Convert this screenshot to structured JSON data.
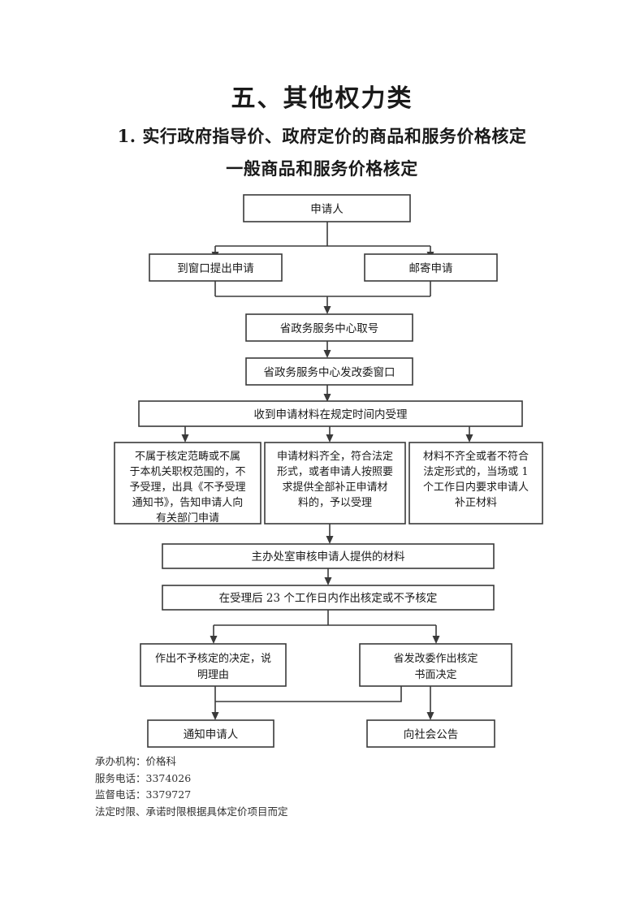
{
  "document": {
    "heading": "五、其他权力类",
    "subheading_1": "1. 实行政府指导价、政府定价的商品和服务价格核定",
    "subheading_2": "一般商品和服务价格核定"
  },
  "flowchart": {
    "type": "flowchart",
    "nodes": {
      "applicant": {
        "label": "申请人"
      },
      "window_apply": {
        "label": "到窗口提出申请"
      },
      "mail_apply": {
        "label": "邮寄申请"
      },
      "get_number": {
        "label": "省政务服务中心取号"
      },
      "ndrc_window": {
        "label": "省政务服务中心发改委窗口"
      },
      "accept_in_time": {
        "label": "收到申请材料在规定时间内受理"
      },
      "not_in_scope": {
        "lines": [
          "不属于核定范畴或不属",
          "于本机关职权范围的，不",
          "予受理，出具《不予受理",
          "通知书》，告知申请人向",
          "有关部门申请"
        ]
      },
      "materials_complete": {
        "lines": [
          "申请材料齐全，符合法定",
          "形式，或者申请人按照要",
          "求提供全部补正申请材",
          "料的，予以受理"
        ]
      },
      "materials_incomplete": {
        "lines": [
          "材料不齐全或者不符合",
          "法定形式的，当场或 1",
          "个工作日内要求申请人",
          "补正材料"
        ]
      },
      "office_review": {
        "label": "主办处室审核申请人提供的材料"
      },
      "decide_23_days": {
        "label": "在受理后 23 个工作日内作出核定或不予核定"
      },
      "reject_decision": {
        "lines": [
          "作出不予核定的决定，说",
          "明理由"
        ]
      },
      "approve_decision": {
        "lines": [
          "省发改委作出核定",
          "书面决定"
        ]
      },
      "notify_applicant": {
        "label": "通知申请人"
      },
      "public_announce": {
        "label": "向社会公告"
      }
    },
    "edges": [
      {
        "from": "applicant",
        "to": "window_apply"
      },
      {
        "from": "applicant",
        "to": "mail_apply"
      },
      {
        "from": "window_apply",
        "to": "get_number"
      },
      {
        "from": "mail_apply",
        "to": "get_number"
      },
      {
        "from": "get_number",
        "to": "ndrc_window"
      },
      {
        "from": "ndrc_window",
        "to": "accept_in_time"
      },
      {
        "from": "accept_in_time",
        "to": "not_in_scope"
      },
      {
        "from": "accept_in_time",
        "to": "materials_complete"
      },
      {
        "from": "accept_in_time",
        "to": "materials_incomplete"
      },
      {
        "from": "materials_complete",
        "to": "office_review"
      },
      {
        "from": "office_review",
        "to": "decide_23_days"
      },
      {
        "from": "decide_23_days",
        "to": "reject_decision"
      },
      {
        "from": "decide_23_days",
        "to": "approve_decision"
      },
      {
        "from": "reject_decision",
        "to": "notify_applicant"
      },
      {
        "from": "approve_decision",
        "to": "notify_applicant"
      },
      {
        "from": "approve_decision",
        "to": "public_announce"
      }
    ],
    "colors": {
      "stroke": "#3a3a3a",
      "fill": "#ffffff",
      "text": "#1a1a1a"
    }
  },
  "footer": {
    "lines": [
      "承办机构：价格科",
      "服务电话：3374026",
      "监督电话：3379727",
      "法定时限、承诺时限根据具体定价项目而定"
    ]
  }
}
